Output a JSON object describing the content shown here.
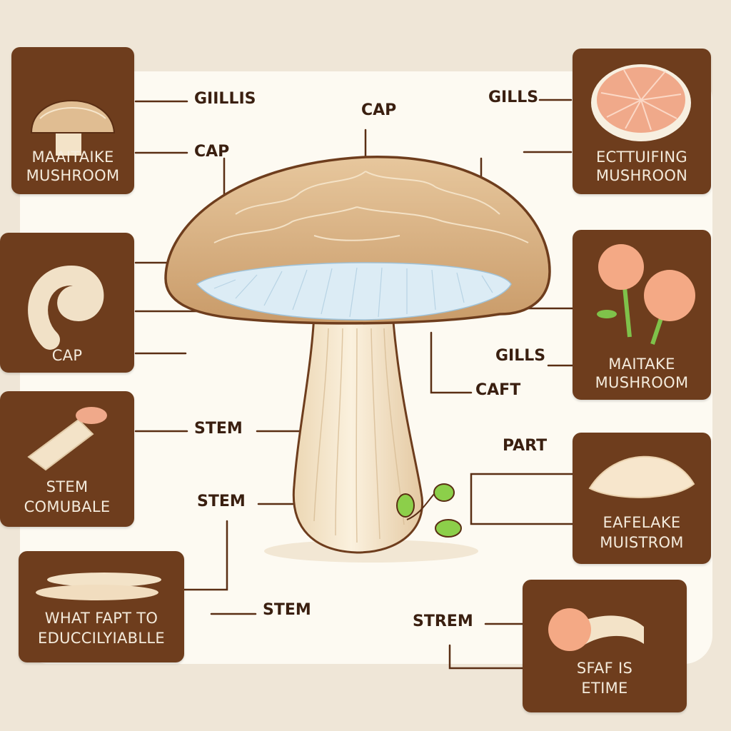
{
  "cards": {
    "maitake_top_left": {
      "line1": "MAAITAIKE",
      "line2": "MUSHROOM"
    },
    "cap_left": {
      "line1": "CAP",
      "line2": ""
    },
    "stem_comubale": {
      "line1": "STEM",
      "line2": "COMUBALE"
    },
    "what_fapt": {
      "line1": "WHAT FAPT TO",
      "line2": "EDUCCILYIABLLE"
    },
    "ectuifing": {
      "line1": "ECTTUIFING",
      "line2": "MUSHROON"
    },
    "maitake_right": {
      "line1": "MAITAKE",
      "line2": "MUSHROOM"
    },
    "eafelake": {
      "line1": "EAFELAKE",
      "line2": "MUISTROM"
    },
    "sfaf": {
      "line1": "SFAF IS",
      "line2": "ETIME"
    }
  },
  "labels": {
    "giillis": "GIILLIS",
    "cap_top_left": "CAP",
    "cap_top_center": "CAP",
    "gills_top_right": "GILLS",
    "gills_right": "GILLS",
    "caft": "CAFT",
    "stem_1": "STEM",
    "stem_2": "STEM",
    "stem_3": "STEM",
    "part": "PART",
    "strem": "STREM"
  },
  "colors": {
    "card_brown": "#6e3d1d",
    "panel_cream": "#fdfaf2",
    "page_beige": "#efe6d7",
    "cap_tan": "#d9b48a",
    "gills_blue": "#dcecf5",
    "stem_cream": "#f3e3c8",
    "line_brown": "#5a2e14"
  }
}
